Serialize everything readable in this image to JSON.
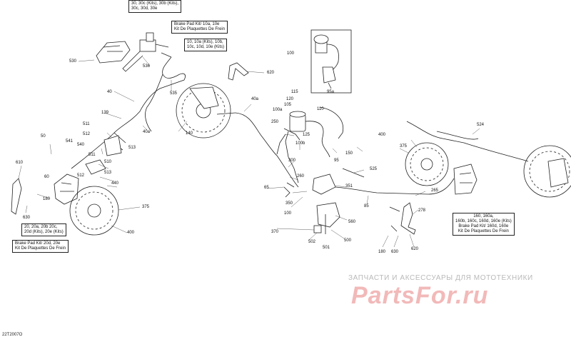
{
  "figure_id": "22T2007O",
  "watermark": {
    "tagline": "ЗАПЧАСТИ И АКСЕССУАРЫ ДЛЯ МОТОТЕХНИКИ",
    "logo": "PartsFor.ru"
  },
  "boxes": {
    "top_clipped": [
      "30, 30c (Kits), 30b (Kits),",
      "30c, 30d, 30e"
    ],
    "brake_pad_kit_10": [
      "Brake Pad Kit/ 10a, 10e",
      "Kit De Plaquettes De Frein"
    ],
    "kits_10": [
      "10, 10a (Kits), 10b,",
      "10c, 10d, 10e (Kits)"
    ],
    "kits_20": [
      "20, 20a, 20b 20c,",
      "20d (Kits), 20e (Kits)"
    ],
    "brake_pad_kit_20": [
      "Brake Pad Kit/ 20d, 20e",
      "Kit De Plaquettes De Frein"
    ],
    "kits_160": [
      "160, 160a,",
      "160b, 160c, 160d, 160e (Kits)",
      "Brake Pad Kit/ 160d, 160e",
      "Kit De Plaquettes De Frein"
    ]
  },
  "callouts": [
    {
      "id": "c530",
      "text": "530"
    },
    {
      "id": "c536",
      "text": "536"
    },
    {
      "id": "c535",
      "text": "535"
    },
    {
      "id": "c40",
      "text": "40"
    },
    {
      "id": "c40a_l",
      "text": "40a"
    },
    {
      "id": "c139",
      "text": "139"
    },
    {
      "id": "c140",
      "text": "140"
    },
    {
      "id": "c511a",
      "text": "511"
    },
    {
      "id": "c512a",
      "text": "512"
    },
    {
      "id": "c541",
      "text": "541"
    },
    {
      "id": "c540",
      "text": "540"
    },
    {
      "id": "c513a",
      "text": "513"
    },
    {
      "id": "c50",
      "text": "50"
    },
    {
      "id": "c511b",
      "text": "511"
    },
    {
      "id": "c510",
      "text": "510"
    },
    {
      "id": "c512b",
      "text": "512"
    },
    {
      "id": "c513b",
      "text": "513"
    },
    {
      "id": "c60",
      "text": "60"
    },
    {
      "id": "c440",
      "text": "440"
    },
    {
      "id": "c610",
      "text": "610"
    },
    {
      "id": "c180a",
      "text": "180"
    },
    {
      "id": "c630a",
      "text": "630"
    },
    {
      "id": "c375a",
      "text": "375"
    },
    {
      "id": "c400a",
      "text": "400"
    },
    {
      "id": "c620a",
      "text": "620"
    },
    {
      "id": "c40a_m",
      "text": "40a"
    },
    {
      "id": "c115",
      "text": "115"
    },
    {
      "id": "c120",
      "text": "120"
    },
    {
      "id": "c105",
      "text": "105"
    },
    {
      "id": "c100a",
      "text": "100a"
    },
    {
      "id": "c110",
      "text": "110"
    },
    {
      "id": "c95a",
      "text": "95a"
    },
    {
      "id": "c100top",
      "text": "100"
    },
    {
      "id": "c250",
      "text": "250"
    },
    {
      "id": "c125",
      "text": "125"
    },
    {
      "id": "c100b",
      "text": "100b"
    },
    {
      "id": "c150",
      "text": "150"
    },
    {
      "id": "c300",
      "text": "300"
    },
    {
      "id": "c260",
      "text": "260"
    },
    {
      "id": "c95",
      "text": "95"
    },
    {
      "id": "c65",
      "text": "65"
    },
    {
      "id": "c350",
      "text": "350"
    },
    {
      "id": "c351",
      "text": "351"
    },
    {
      "id": "c100c",
      "text": "100"
    },
    {
      "id": "c525",
      "text": "525"
    },
    {
      "id": "c85",
      "text": "85"
    },
    {
      "id": "c370",
      "text": "370"
    },
    {
      "id": "c560",
      "text": "560"
    },
    {
      "id": "c502",
      "text": "502"
    },
    {
      "id": "c501",
      "text": "501"
    },
    {
      "id": "c500",
      "text": "500"
    },
    {
      "id": "c400b",
      "text": "400"
    },
    {
      "id": "c375b",
      "text": "375"
    },
    {
      "id": "c524",
      "text": "524"
    },
    {
      "id": "c265",
      "text": "265"
    },
    {
      "id": "c278",
      "text": "278"
    },
    {
      "id": "c180b",
      "text": "180"
    },
    {
      "id": "c630b",
      "text": "630"
    },
    {
      "id": "c620b",
      "text": "620"
    }
  ]
}
